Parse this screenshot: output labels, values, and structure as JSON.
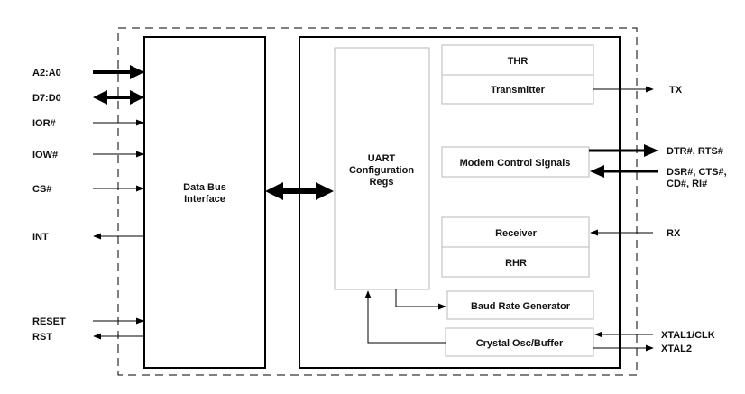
{
  "colors": {
    "ink": "#000000",
    "block_border": "#b8b8b8",
    "background": "#ffffff"
  },
  "signals_left": {
    "a2_a0": "A2:A0",
    "d7_d0": "D7:D0",
    "ior": "IOR#",
    "iow": "IOW#",
    "cs": "CS#",
    "int": "INT",
    "reset": "RESET",
    "rst": "RST"
  },
  "blocks": {
    "data_bus_interface": [
      "Data Bus",
      "Interface"
    ],
    "uart_regs": [
      "UART",
      "Configuration",
      "Regs"
    ],
    "thr": "THR",
    "transmitter": "Transmitter",
    "modem_control": "Modem Control Signals",
    "receiver": "Receiver",
    "rhr": "RHR",
    "baud_rate": "Baud Rate Generator",
    "crystal_osc": "Crystal Osc/Buffer"
  },
  "signals_right": {
    "tx": "TX",
    "dtr_rts": "DTR#, RTS#",
    "dsr_cts": "DSR#, CTS#,",
    "cd_ri": "CD#, RI#",
    "rx": "RX",
    "xtal1": "XTAL1/CLK",
    "xtal2": "XTAL2"
  }
}
